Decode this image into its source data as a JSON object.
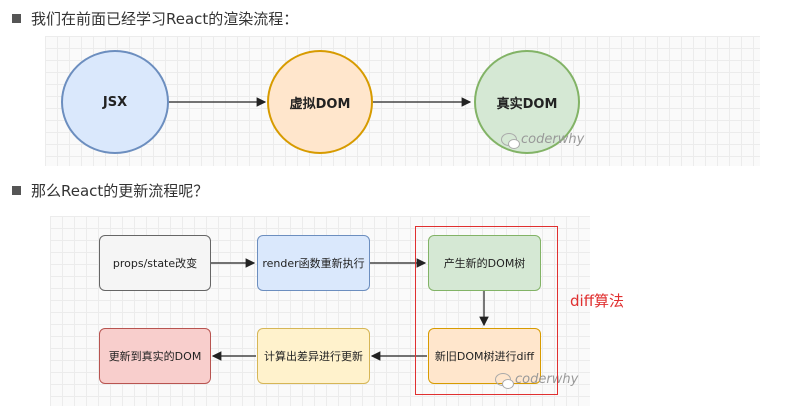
{
  "section1": {
    "heading": "我们在前面已经学习React的渲染流程："
  },
  "diagram1": {
    "nodes": [
      {
        "label": "JSX",
        "fill": "#dae8fc",
        "stroke": "#6c8ebf"
      },
      {
        "label": "虚拟DOM",
        "fill": "#ffe6cc",
        "stroke": "#d79b00"
      },
      {
        "label": "真实DOM",
        "fill": "#d5e8d4",
        "stroke": "#82b366"
      }
    ],
    "watermark": "coderwhy"
  },
  "section2": {
    "heading": "那么React的更新流程呢？"
  },
  "diagram2": {
    "nodes": [
      {
        "label": "props/state改变",
        "fill": "#f5f5f5",
        "stroke": "#666666"
      },
      {
        "label": "render函数重新执行",
        "fill": "#dae8fc",
        "stroke": "#6c8ebf"
      },
      {
        "label": "产生新的DOM树",
        "fill": "#d5e8d4",
        "stroke": "#82b366"
      },
      {
        "label": "新旧DOM树进行diff",
        "fill": "#ffe6cc",
        "stroke": "#d79b00"
      },
      {
        "label": "计算出差异进行更新",
        "fill": "#fff2cc",
        "stroke": "#d6b656"
      },
      {
        "label": "更新到真实的DOM",
        "fill": "#f8cecc",
        "stroke": "#b85450"
      }
    ],
    "highlight_label": "diff算法",
    "highlight_color": "#e03030",
    "watermark": "coderwhy"
  }
}
